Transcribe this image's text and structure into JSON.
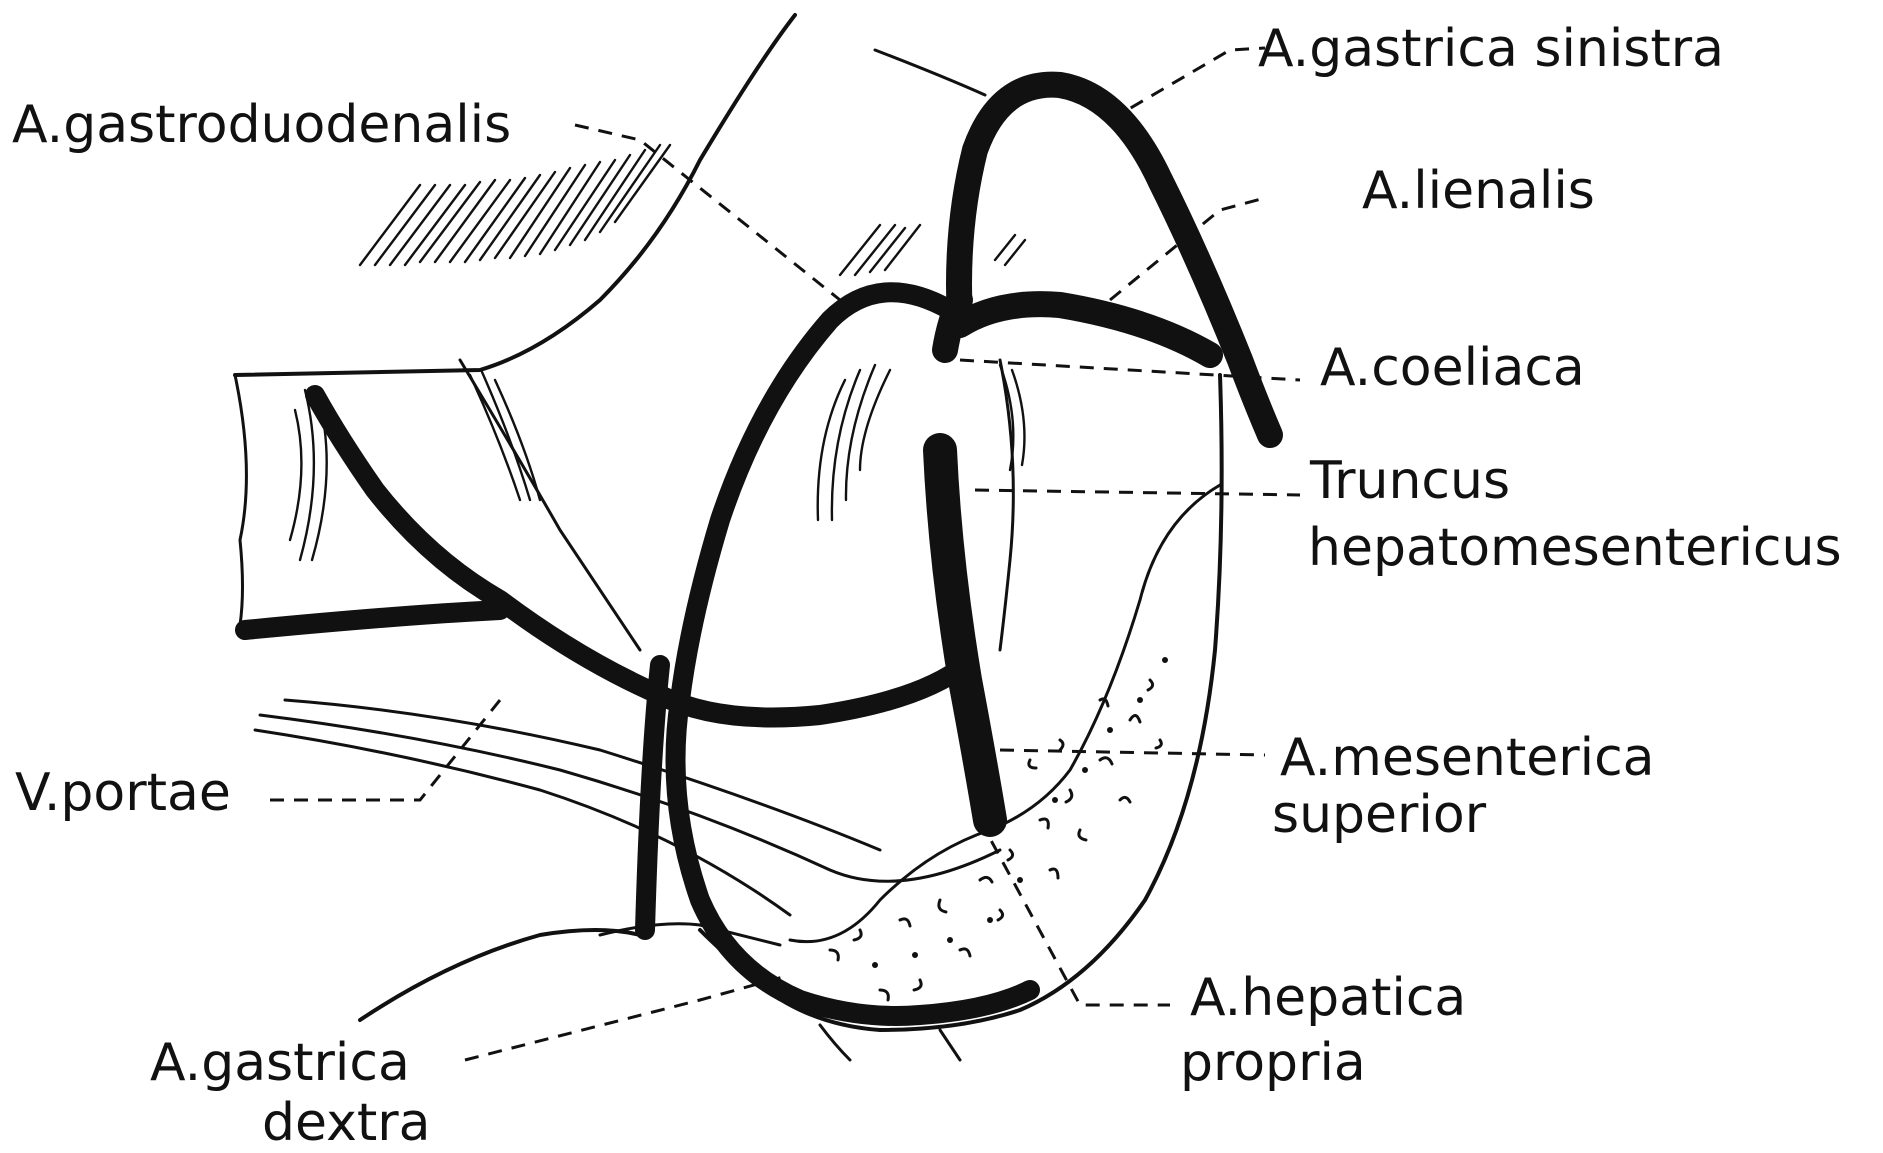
{
  "labels": {
    "gastrica_sinistra": "A.gastrica sinistra",
    "gastroduodenalis": "A.gastroduodenalis",
    "lienalis": "A.lienalis",
    "coeliaca": "A.coeliaca",
    "truncus_line1": "Truncus",
    "truncus_line2": "hepatomesentericus",
    "portae": "V.portae",
    "mesenterica_line1": "A.mesenterica",
    "mesenterica_line2": "superior",
    "hepatica_line1": "A.hepatica",
    "hepatica_line2": "propria",
    "gastrica_dextra_line1": "A.gastrica",
    "gastrica_dextra_line2": "dextra"
  }
}
